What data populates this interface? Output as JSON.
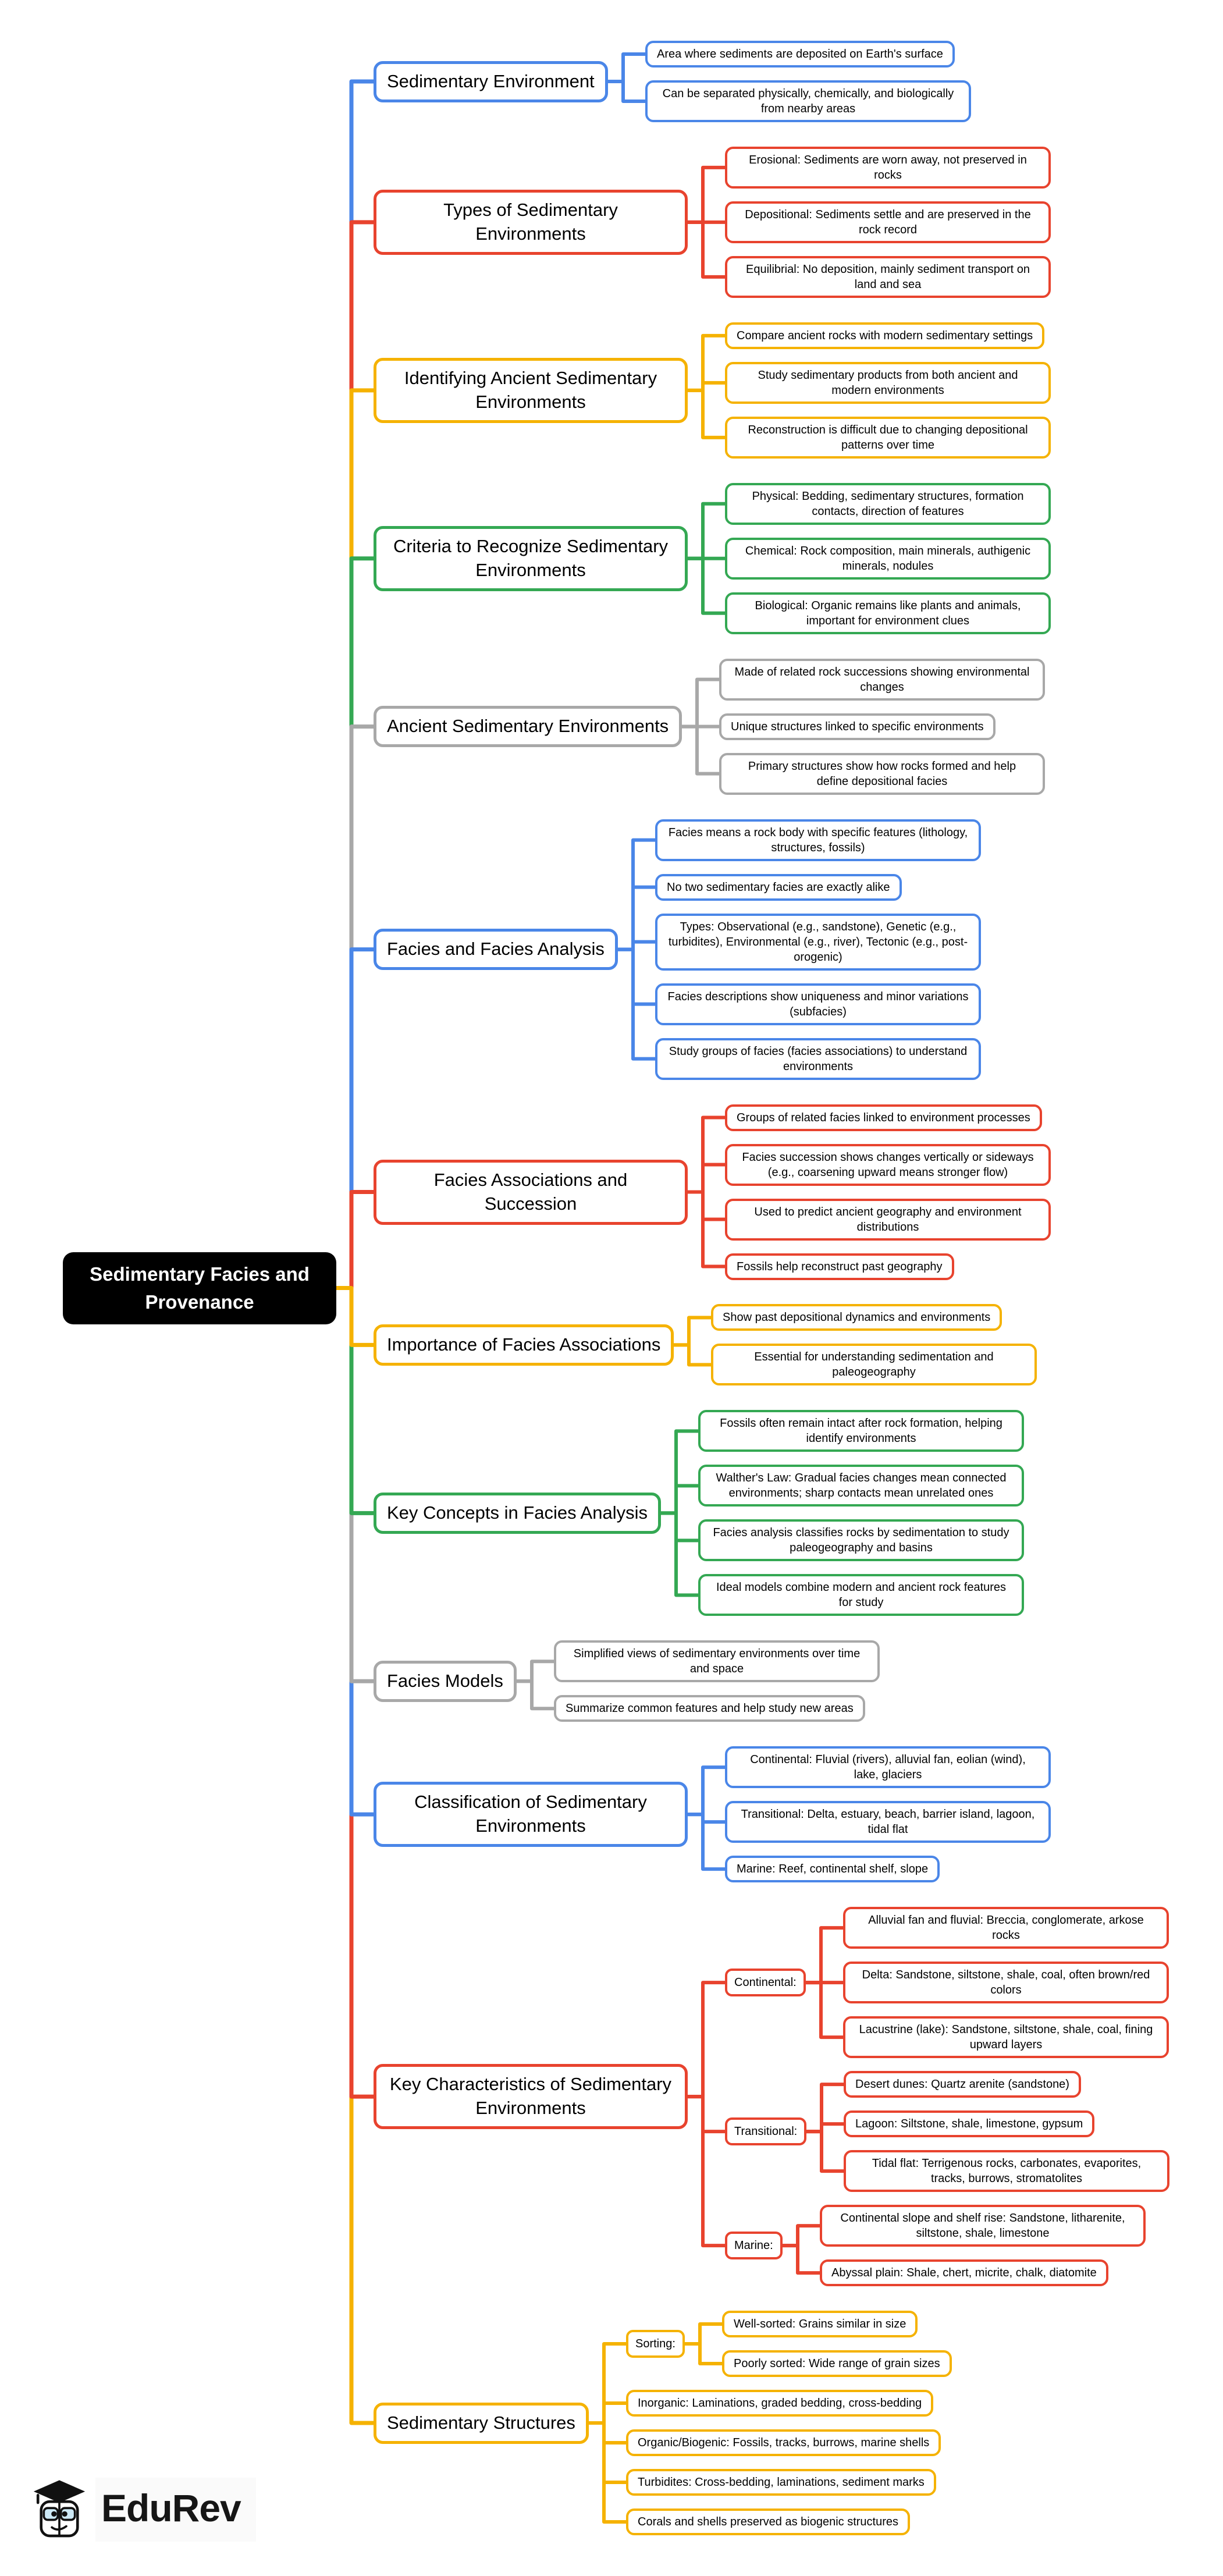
{
  "root": {
    "label": "Sedimentary Facies and Provenance"
  },
  "colors": {
    "blue": "#4A86E8",
    "red": "#E8432E",
    "yellow": "#F5B200",
    "green": "#34A853",
    "gray": "#A8A8A8",
    "root_bg": "#000000",
    "root_text": "#FFFFFF"
  },
  "branches": [
    {
      "label": "Sedimentary Environment",
      "color": "blue",
      "children": [
        {
          "t": "Area where sediments are deposited on Earth's surface"
        },
        {
          "t": "Can be separated physically, chemically, and biologically from nearby areas"
        }
      ]
    },
    {
      "label": "Types of Sedimentary Environments",
      "color": "red",
      "children": [
        {
          "t": "Erosional: Sediments are worn away, not preserved in rocks"
        },
        {
          "t": "Depositional: Sediments settle and are preserved in the rock record"
        },
        {
          "t": "Equilibrial: No deposition, mainly sediment transport on land and sea"
        }
      ]
    },
    {
      "label": "Identifying Ancient Sedimentary Environments",
      "color": "yellow",
      "children": [
        {
          "t": "Compare ancient rocks with modern sedimentary settings"
        },
        {
          "t": "Study sedimentary products from both ancient and modern environments"
        },
        {
          "t": "Reconstruction is difficult due to changing depositional patterns over time"
        }
      ]
    },
    {
      "label": "Criteria to Recognize Sedimentary Environments",
      "color": "green",
      "children": [
        {
          "t": "Physical: Bedding, sedimentary structures, formation contacts, direction of features"
        },
        {
          "t": "Chemical: Rock composition, main minerals, authigenic minerals, nodules"
        },
        {
          "t": "Biological: Organic remains like plants and animals, important for environment clues"
        }
      ]
    },
    {
      "label": "Ancient Sedimentary Environments",
      "color": "gray",
      "children": [
        {
          "t": "Made of related rock successions showing environmental changes"
        },
        {
          "t": "Unique structures linked to specific environments"
        },
        {
          "t": "Primary structures show how rocks formed and help define depositional facies"
        }
      ]
    },
    {
      "label": "Facies and Facies Analysis",
      "color": "blue",
      "children": [
        {
          "t": "Facies means a rock body with specific features (lithology, structures, fossils)"
        },
        {
          "t": "No two sedimentary facies are exactly alike"
        },
        {
          "t": "Types: Observational (e.g., sandstone), Genetic (e.g., turbidites), Environmental (e.g., river), Tectonic (e.g., post-orogenic)"
        },
        {
          "t": "Facies descriptions show uniqueness and minor variations (subfacies)"
        },
        {
          "t": "Study groups of facies (facies associations) to understand environments"
        }
      ]
    },
    {
      "label": "Facies Associations and Succession",
      "color": "red",
      "children": [
        {
          "t": "Groups of related facies linked to environment processes"
        },
        {
          "t": "Facies succession shows changes vertically or sideways (e.g., coarsening upward means stronger flow)"
        },
        {
          "t": "Used to predict ancient geography and environment distributions"
        },
        {
          "t": "Fossils help reconstruct past geography"
        }
      ]
    },
    {
      "label": "Importance of Facies Associations",
      "color": "yellow",
      "children": [
        {
          "t": "Show past depositional dynamics and environments"
        },
        {
          "t": "Essential for understanding sedimentation and paleogeography"
        }
      ]
    },
    {
      "label": "Key Concepts in Facies Analysis",
      "color": "green",
      "children": [
        {
          "t": "Fossils often remain intact after rock formation, helping identify environments"
        },
        {
          "t": "Walther's Law: Gradual facies changes mean connected environments; sharp contacts mean unrelated ones"
        },
        {
          "t": "Facies analysis classifies rocks by sedimentation to study paleogeography and basins"
        },
        {
          "t": "Ideal models combine modern and ancient rock features for study"
        }
      ]
    },
    {
      "label": "Facies Models",
      "color": "gray",
      "children": [
        {
          "t": "Simplified views of sedimentary environments over time and space"
        },
        {
          "t": "Summarize common features and help study new areas"
        }
      ]
    },
    {
      "label": "Classification of Sedimentary Environments",
      "color": "blue",
      "children": [
        {
          "t": "Continental: Fluvial (rivers), alluvial fan, eolian (wind), lake, glaciers"
        },
        {
          "t": "Transitional: Delta, estuary, beach, barrier island, lagoon, tidal flat"
        },
        {
          "t": "Marine: Reef, continental shelf, slope"
        }
      ]
    },
    {
      "label": "Key Characteristics of Sedimentary Environments",
      "color": "red",
      "children": [
        {
          "t": "Continental:",
          "children": [
            {
              "t": "Alluvial fan and fluvial: Breccia, conglomerate, arkose rocks"
            },
            {
              "t": "Delta: Sandstone, siltstone, shale, coal, often brown/red colors"
            },
            {
              "t": "Lacustrine (lake): Sandstone, siltstone, shale, coal, fining upward layers"
            }
          ]
        },
        {
          "t": "Transitional:",
          "children": [
            {
              "t": "Desert dunes: Quartz arenite (sandstone)"
            },
            {
              "t": "Lagoon: Siltstone, shale, limestone, gypsum"
            },
            {
              "t": "Tidal flat: Terrigenous rocks, carbonates, evaporites, tracks, burrows, stromatolites"
            }
          ]
        },
        {
          "t": "Marine:",
          "children": [
            {
              "t": "Continental slope and shelf rise: Sandstone, litharenite, siltstone, shale, limestone"
            },
            {
              "t": "Abyssal plain: Shale, chert, micrite, chalk, diatomite"
            }
          ]
        }
      ]
    },
    {
      "label": "Sedimentary Structures",
      "color": "yellow",
      "children": [
        {
          "t": "Sorting:",
          "children": [
            {
              "t": "Well-sorted: Grains similar in size"
            },
            {
              "t": "Poorly sorted: Wide range of grain sizes"
            }
          ]
        },
        {
          "t": "Inorganic: Laminations, graded bedding, cross-bedding"
        },
        {
          "t": "Organic/Biogenic: Fossils, tracks, burrows, marine shells"
        },
        {
          "t": "Turbidites: Cross-bedding, laminations, sediment marks"
        },
        {
          "t": "Corals and shells preserved as biogenic structures"
        }
      ]
    }
  ],
  "logo": {
    "brand": "EduRev",
    "icon": "graduation-cap-mascot"
  }
}
